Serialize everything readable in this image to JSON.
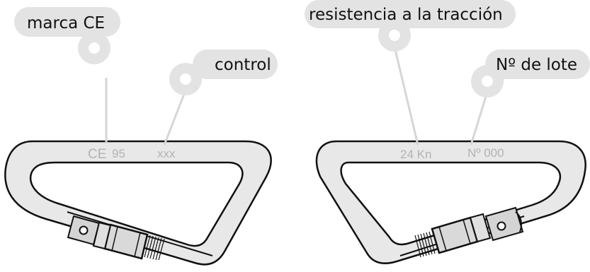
{
  "left_diagram": {
    "callouts": {
      "ce_mark": "marca CE",
      "control": "control"
    },
    "engraving": {
      "ce_symbol": "CE",
      "ce_number": "95",
      "control_code": "xxx"
    }
  },
  "right_diagram": {
    "callouts": {
      "tensile_strength": "resistencia a la tracción",
      "lot_number": "Nº de lote"
    },
    "engraving": {
      "strength_value": "24 Kn",
      "lot_value": "Nº 000"
    }
  },
  "colors": {
    "bubble_fill": "#e3e3e3",
    "leader_line": "#d6d6d6",
    "engraving": "#b3b3b3",
    "outline": "#111111"
  }
}
